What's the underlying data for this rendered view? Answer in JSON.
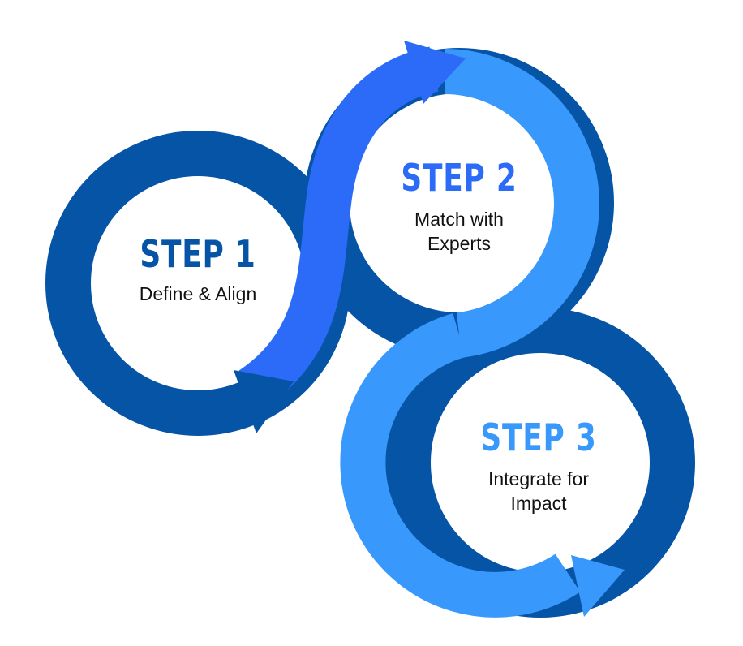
{
  "colors": {
    "dark_blue": "#0654a6",
    "bright_blue": "#2b6bf7",
    "light_blue": "#3898fb",
    "text_dark": "#111111"
  },
  "steps": [
    {
      "title": "STEP 1",
      "description": "Define & Align"
    },
    {
      "title": "STEP 2",
      "description": "Match with\nExperts"
    },
    {
      "title": "STEP 3",
      "description": "Integrate for\nImpact"
    }
  ]
}
